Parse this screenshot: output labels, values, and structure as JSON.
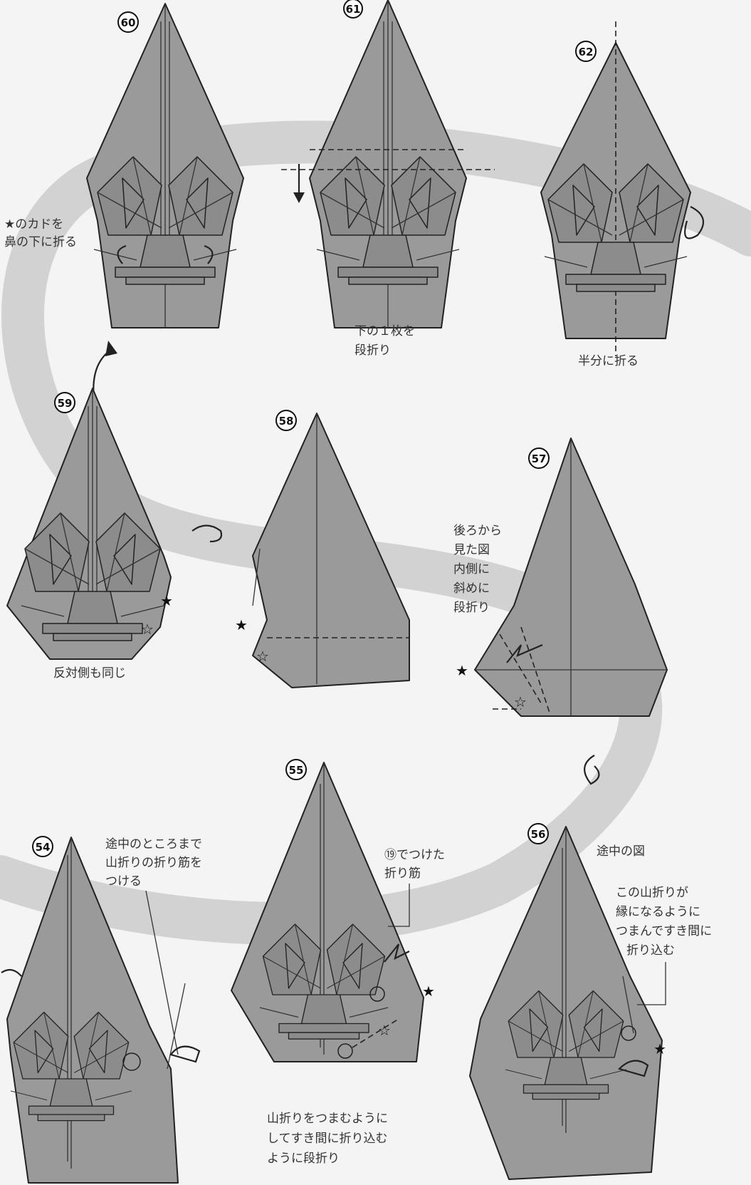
{
  "colors": {
    "background": "#f4f4f4",
    "band": "#cfcfcf",
    "paper": "#9a9a9a",
    "line": "#222222"
  },
  "steps": [
    {
      "number": "54",
      "notes": [
        "途中のところまで",
        "山折りの折り筋を",
        "つける"
      ]
    },
    {
      "number": "55",
      "notes": [
        "⑲でつけた",
        "折り筋"
      ],
      "bottom_notes": [
        "山折りをつまむように",
        "してすき間に折り込む",
        "ように段折り"
      ]
    },
    {
      "number": "56",
      "notes": [
        "途中の図"
      ],
      "side_notes": [
        "この山折りが",
        "縁になるように",
        "つまんですき間に",
        "折り込む"
      ]
    },
    {
      "number": "57",
      "notes": [
        "後ろから",
        "見た図",
        "内側に",
        "斜めに",
        "段折り"
      ]
    },
    {
      "number": "58",
      "notes": []
    },
    {
      "number": "59",
      "notes": [
        "反対側も同じ"
      ]
    },
    {
      "number": "60",
      "notes": [
        "★のカドを",
        "鼻の下に折る"
      ]
    },
    {
      "number": "61",
      "notes": [
        "下の１枚を",
        "段折り"
      ]
    },
    {
      "number": "62",
      "notes": [
        "半分に折る"
      ]
    }
  ],
  "symbols": {
    "star_filled": "★",
    "star_outline": "☆"
  }
}
